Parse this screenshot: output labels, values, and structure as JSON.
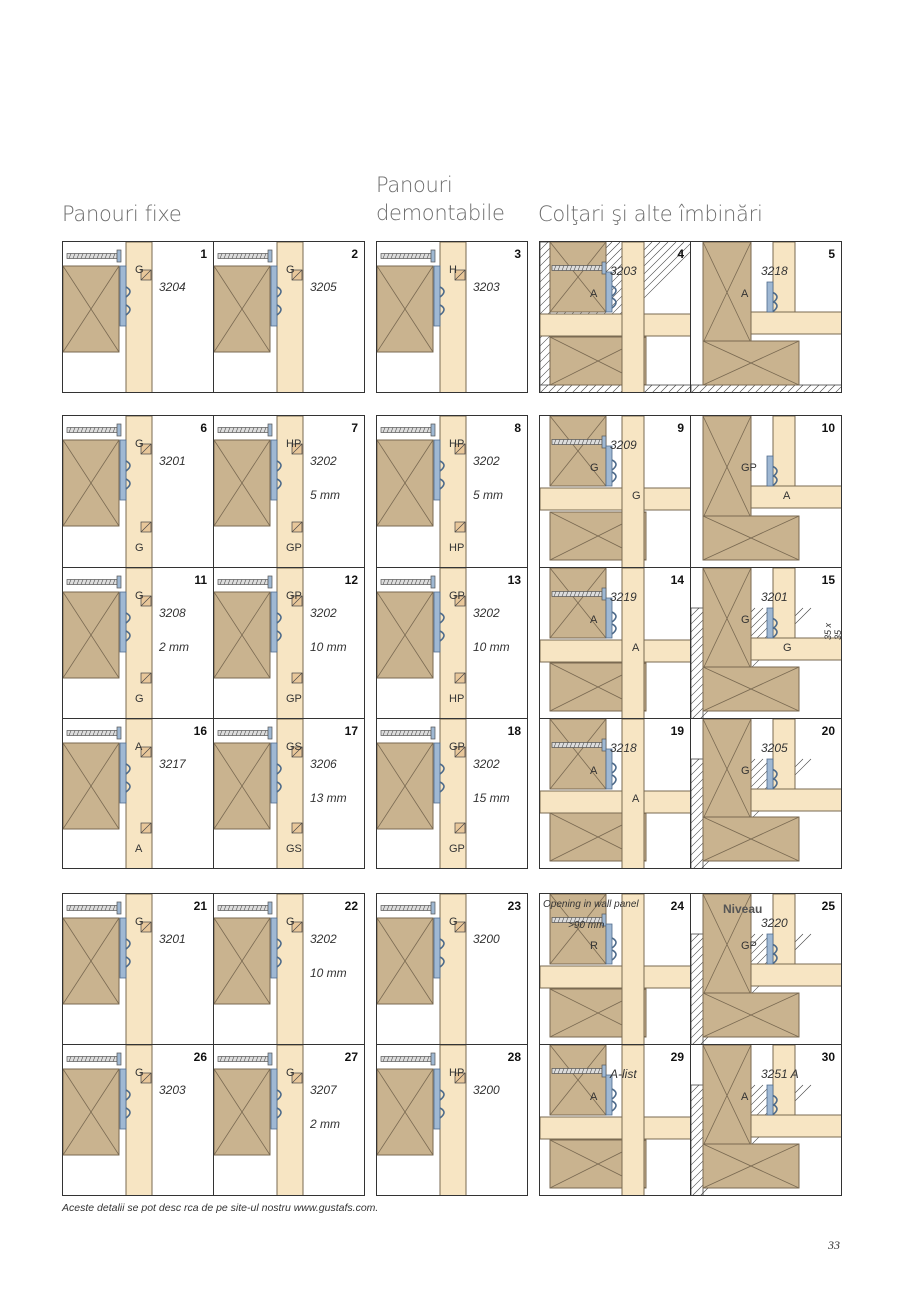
{
  "headings": {
    "fixed": "Panouri fixe",
    "removable": "Panouri\ndemontabile",
    "corners": "Colţari şi alte îmbinări"
  },
  "colors": {
    "wood": "#c9b38f",
    "wood_edge": "#7a6a52",
    "board": "#f7e5c3",
    "profile": "#9fb8d3",
    "dark_wood": "#7b5a45",
    "hatch": "#444444"
  },
  "details": [
    {
      "num": "1",
      "code": "3204",
      "labels": [
        "G"
      ],
      "mm": ""
    },
    {
      "num": "2",
      "code": "3205",
      "labels": [
        "G"
      ],
      "mm": ""
    },
    {
      "num": "3",
      "code": "3203",
      "labels": [
        "H"
      ],
      "mm": ""
    },
    {
      "num": "4",
      "code": "3203",
      "labels": [
        "A"
      ],
      "mm": ""
    },
    {
      "num": "5",
      "code": "3218",
      "labels": [
        "A"
      ],
      "mm": ""
    },
    {
      "num": "6",
      "code": "3201",
      "labels": [
        "G",
        "G"
      ],
      "mm": ""
    },
    {
      "num": "7",
      "code": "3202",
      "labels": [
        "HP",
        "GP"
      ],
      "mm": "5 mm"
    },
    {
      "num": "8",
      "code": "3202",
      "labels": [
        "HP",
        "HP"
      ],
      "mm": "5 mm"
    },
    {
      "num": "9",
      "code": "3209",
      "labels": [
        "G",
        "G"
      ],
      "mm": ""
    },
    {
      "num": "10",
      "code": "",
      "labels": [
        "GP",
        "A"
      ],
      "mm": ""
    },
    {
      "num": "11",
      "code": "3208",
      "labels": [
        "G",
        "G"
      ],
      "mm": "2 mm"
    },
    {
      "num": "12",
      "code": "3202",
      "labels": [
        "GP",
        "GP"
      ],
      "mm": "10 mm"
    },
    {
      "num": "13",
      "code": "3202",
      "labels": [
        "GP",
        "HP"
      ],
      "mm": "10 mm"
    },
    {
      "num": "14",
      "code": "3219",
      "labels": [
        "A",
        "A"
      ],
      "mm": ""
    },
    {
      "num": "15",
      "code": "3201",
      "labels": [
        "G",
        "G"
      ],
      "mm": "35 x 35 mm"
    },
    {
      "num": "16",
      "code": "3217",
      "labels": [
        "A",
        "A"
      ],
      "mm": ""
    },
    {
      "num": "17",
      "code": "3206",
      "labels": [
        "GS",
        "GS"
      ],
      "mm": "13 mm"
    },
    {
      "num": "18",
      "code": "3202",
      "labels": [
        "GP",
        "GP"
      ],
      "mm": "15 mm"
    },
    {
      "num": "19",
      "code": "3218",
      "labels": [
        "A",
        "A"
      ],
      "mm": ""
    },
    {
      "num": "20",
      "code": "3205",
      "labels": [
        "G"
      ],
      "mm": ""
    },
    {
      "num": "21",
      "code": "3201",
      "labels": [
        "G"
      ],
      "mm": ""
    },
    {
      "num": "22",
      "code": "3202",
      "labels": [
        "G"
      ],
      "mm": "10 mm"
    },
    {
      "num": "23",
      "code": "3200",
      "labels": [
        "G"
      ],
      "mm": ""
    },
    {
      "num": "24",
      "code": "",
      "labels": [
        "R"
      ],
      "mm": ">90 mm"
    },
    {
      "num": "25",
      "code": "3220",
      "labels": [
        "GP"
      ],
      "mm": ""
    },
    {
      "num": "26",
      "code": "3203",
      "labels": [
        "G"
      ],
      "mm": ""
    },
    {
      "num": "27",
      "code": "3207",
      "labels": [
        "G"
      ],
      "mm": "2 mm"
    },
    {
      "num": "28",
      "code": "3200",
      "labels": [
        "HP"
      ],
      "mm": ""
    },
    {
      "num": "29",
      "code": "A-list",
      "labels": [
        "A"
      ],
      "mm": ""
    },
    {
      "num": "30",
      "code": "3251 A",
      "labels": [
        "A"
      ],
      "mm": ""
    }
  ],
  "notes": {
    "opening": "Opening in wall panel",
    "niveau": "Niveau"
  },
  "footer": "Aceste detalii se pot desc rca de pe site-ul nostru www.gustafs.com.",
  "page_number": "33"
}
